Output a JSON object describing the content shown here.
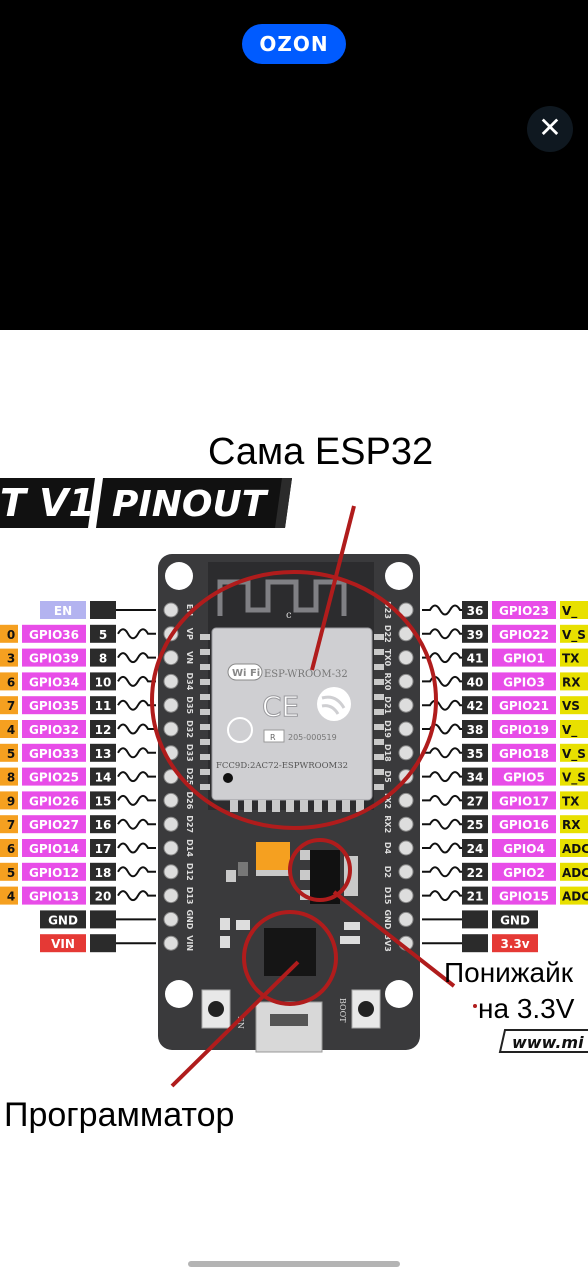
{
  "app": {
    "brand": "OZON",
    "close_glyph": "✕"
  },
  "image": {
    "title_partial": "T V1",
    "pinout_label": "PINOUT",
    "annotation_esp": "Сама ESP32",
    "annotation_regulator_line1": "Понижайк",
    "annotation_regulator_line2": "на 3.3V",
    "annotation_programmer": "Программатор",
    "watermark_partial": "www.mi",
    "module_label": "ESP-WROOM-32",
    "fcc_label": "FCC9D:2AC72-ESPWROOM32",
    "cert_number": "205-000519",
    "wifi_logo": "Wi Fi",
    "ce_mark": "CE",
    "left_pins": [
      {
        "num": "",
        "gpio": "EN",
        "prefix": "",
        "board": "EN",
        "kind": "en"
      },
      {
        "num": "5",
        "gpio": "GPIO36",
        "prefix": "0",
        "board": "VP",
        "kind": "gpio"
      },
      {
        "num": "8",
        "gpio": "GPIO39",
        "prefix": "3",
        "board": "VN",
        "kind": "gpio"
      },
      {
        "num": "10",
        "gpio": "GPIO34",
        "prefix": "6",
        "board": "D34",
        "kind": "gpio"
      },
      {
        "num": "11",
        "gpio": "GPIO35",
        "prefix": "7",
        "board": "D35",
        "kind": "gpio"
      },
      {
        "num": "12",
        "gpio": "GPIO32",
        "prefix": "4",
        "board": "D32",
        "kind": "gpio"
      },
      {
        "num": "13",
        "gpio": "GPIO33",
        "prefix": "5",
        "board": "D33",
        "kind": "gpio"
      },
      {
        "num": "14",
        "gpio": "GPIO25",
        "prefix": "8",
        "board": "D25",
        "kind": "gpio"
      },
      {
        "num": "15",
        "gpio": "GPIO26",
        "prefix": "9",
        "board": "D26",
        "kind": "gpio"
      },
      {
        "num": "16",
        "gpio": "GPIO27",
        "prefix": "7",
        "board": "D27",
        "kind": "gpio"
      },
      {
        "num": "17",
        "gpio": "GPIO14",
        "prefix": "6",
        "board": "D14",
        "kind": "gpio"
      },
      {
        "num": "18",
        "gpio": "GPIO12",
        "prefix": "5",
        "board": "D12",
        "kind": "gpio"
      },
      {
        "num": "20",
        "gpio": "GPIO13",
        "prefix": "4",
        "board": "D13",
        "kind": "gpio"
      },
      {
        "num": "",
        "gpio": "GND",
        "prefix": "",
        "board": "GND",
        "kind": "gnd"
      },
      {
        "num": "",
        "gpio": "VIN",
        "prefix": "",
        "board": "VIN",
        "kind": "vin"
      }
    ],
    "right_pins": [
      {
        "num": "36",
        "gpio": "GPIO23",
        "suffix": "V_",
        "board": "D23",
        "kind": "gpio"
      },
      {
        "num": "39",
        "gpio": "GPIO22",
        "suffix": "V_S",
        "board": "D22",
        "kind": "gpio"
      },
      {
        "num": "41",
        "gpio": "GPIO1",
        "suffix": "TX",
        "board": "TX0",
        "kind": "gpio"
      },
      {
        "num": "40",
        "gpio": "GPIO3",
        "suffix": "RX",
        "board": "RX0",
        "kind": "gpio"
      },
      {
        "num": "42",
        "gpio": "GPIO21",
        "suffix": "VS",
        "board": "D21",
        "kind": "gpio"
      },
      {
        "num": "38",
        "gpio": "GPIO19",
        "suffix": "V_",
        "board": "D19",
        "kind": "gpio"
      },
      {
        "num": "35",
        "gpio": "GPIO18",
        "suffix": "V_S",
        "board": "D18",
        "kind": "gpio"
      },
      {
        "num": "34",
        "gpio": "GPIO5",
        "suffix": "V_S",
        "board": "D5",
        "kind": "gpio"
      },
      {
        "num": "27",
        "gpio": "GPIO17",
        "suffix": "TX",
        "board": "TX2",
        "kind": "gpio"
      },
      {
        "num": "25",
        "gpio": "GPIO16",
        "suffix": "RX",
        "board": "RX2",
        "kind": "gpio"
      },
      {
        "num": "24",
        "gpio": "GPIO4",
        "suffix": "ADC",
        "board": "D4",
        "kind": "gpio"
      },
      {
        "num": "22",
        "gpio": "GPIO2",
        "suffix": "ADC",
        "board": "D2",
        "kind": "gpio"
      },
      {
        "num": "21",
        "gpio": "GPIO15",
        "suffix": "ADC",
        "board": "D15",
        "kind": "gpio"
      },
      {
        "num": "",
        "gpio": "GND",
        "suffix": "",
        "board": "GND",
        "kind": "gnd"
      },
      {
        "num": "",
        "gpio": "3.3v",
        "suffix": "",
        "board": "3V3",
        "kind": "v33"
      }
    ],
    "button_labels": {
      "en": "EN",
      "boot": "BOOT"
    },
    "colors": {
      "gpio_bg": "#e84de8",
      "gpio_text": "#ffffff",
      "en_bg": "#b3b3f0",
      "gnd_bg": "#2b2b2b",
      "vin_bg": "#e53935",
      "num_bg": "#2b2b2b",
      "prefix_bg": "#f5a020",
      "suffix_bg": "#e8e000",
      "board": "#3a3a3c",
      "annotation": "#b01c1c"
    }
  }
}
